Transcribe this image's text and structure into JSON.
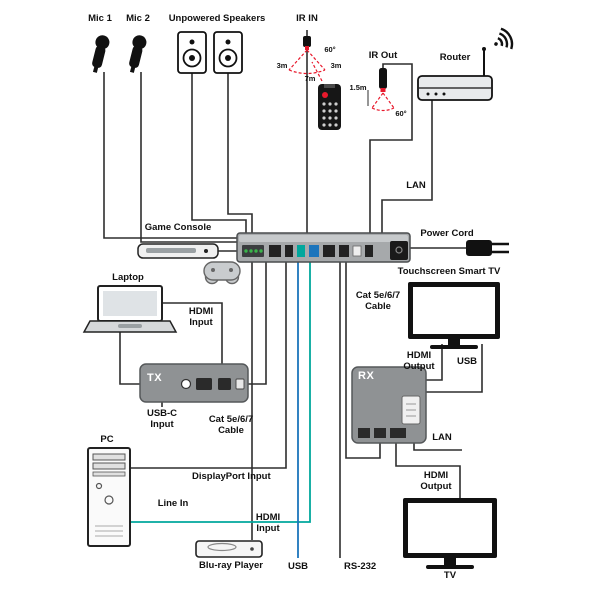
{
  "devices": {
    "mic1": {
      "label": "Mic 1"
    },
    "mic2": {
      "label": "Mic 2"
    },
    "speakers": {
      "label": "Unpowered Speakers"
    },
    "router": {
      "label": "Router"
    },
    "game_console": {
      "label": "Game Console"
    },
    "laptop": {
      "label": "Laptop"
    },
    "pc": {
      "label": "PC"
    },
    "bluray": {
      "label": "Blu-ray Player"
    },
    "smart_tv": {
      "label": "Touchscreen Smart TV"
    },
    "tv": {
      "label": "TV"
    },
    "tx": {
      "label": "TX"
    },
    "rx": {
      "label": "RX"
    },
    "power_cord": {
      "label": "Power Cord"
    }
  },
  "ir": {
    "in": {
      "label": "IR IN",
      "angle": "60°",
      "range_left": "3m",
      "range_center": "7m",
      "range_right": "3m"
    },
    "out": {
      "label": "IR Out",
      "distance": "1.5m",
      "angle": "60°"
    }
  },
  "connections": {
    "lan_router": "LAN",
    "hdmi_input_laptop": "HDMI Input",
    "usb_c_input": "USB-C Input",
    "cat_cable_tx": "Cat 5e/6/7 Cable",
    "cat_cable_rx": "Cat 5e/6/7 Cable",
    "hdmi_output_smart_tv": "HDMI Output",
    "usb_smart_tv": "USB",
    "lan_rx": "LAN",
    "displayport_input": "DisplayPort Input",
    "line_in": "Line In",
    "hdmi_input_bluray": "HDMI Input",
    "usb_switcher": "USB",
    "rs232": "RS-232",
    "hdmi_output_tv": "HDMI Output"
  },
  "colors": {
    "cable": "#2e2e2e",
    "usb_cable": "#1c75bc",
    "line_in_cable": "#00a79d",
    "ir_accent": "#e8192c",
    "device_gray": "#8f9294",
    "port_green": "#39b54a",
    "port_blue": "#1c75bc",
    "port_teal": "#00a79d"
  }
}
